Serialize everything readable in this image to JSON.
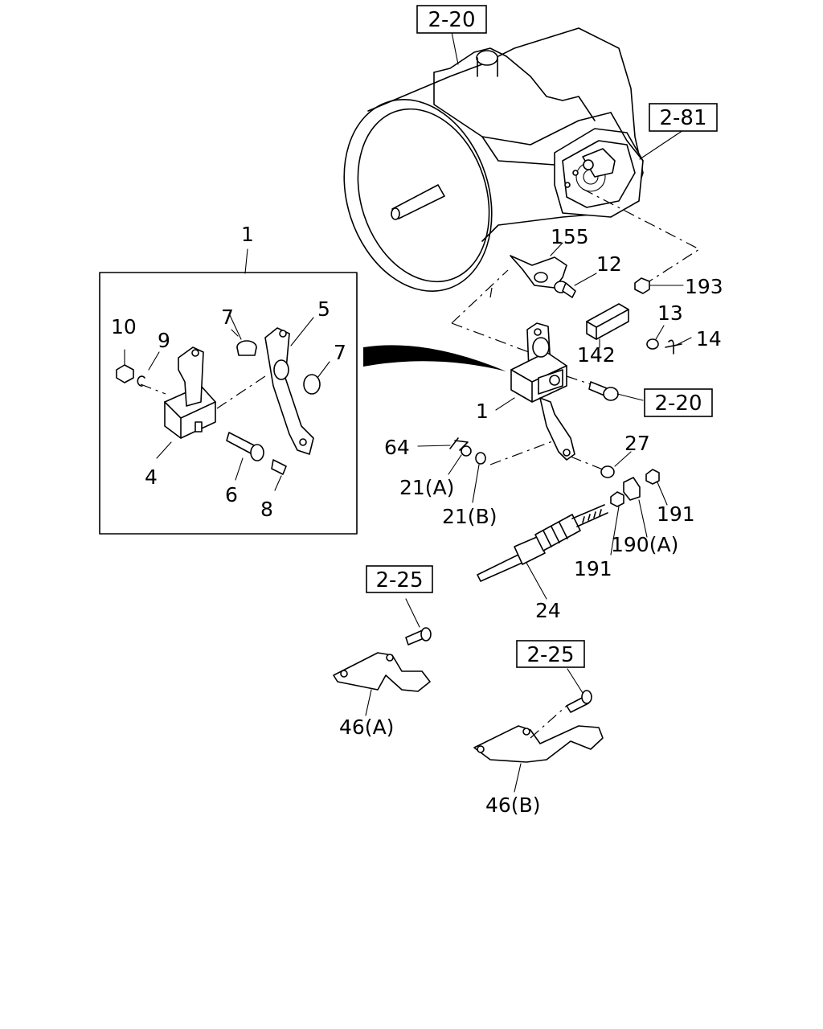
{
  "callouts": {
    "c1_top": "1",
    "c10": "10",
    "c9": "9",
    "c7_a": "7",
    "c5": "5",
    "c7_b": "7",
    "c4": "4",
    "c6": "6",
    "c8": "8",
    "c155": "155",
    "c12": "12",
    "c193": "193",
    "c13": "13",
    "c14": "14",
    "c142": "142",
    "c1_mid": "1",
    "c64": "64",
    "c27": "27",
    "c21a": "21(A)",
    "c21b": "21(B)",
    "c191_a": "191",
    "c190a": "190(A)",
    "c191_b": "191",
    "c24": "24",
    "c46a": "46(A)",
    "c46b": "46(B)"
  },
  "refs": {
    "r220_top": "2-20",
    "r281": "2-81",
    "r220_mid": "2-20",
    "r225_a": "2-25",
    "r225_b": "2-25"
  }
}
